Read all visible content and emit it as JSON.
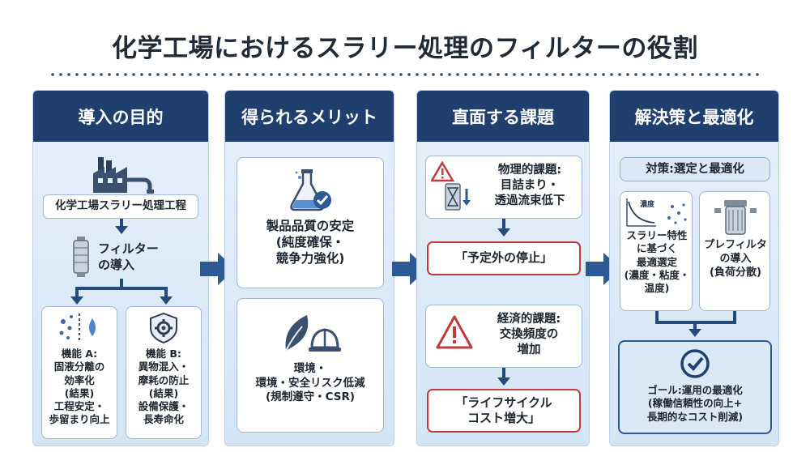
{
  "title": "化学工場におけるスラリー処理のフィルターの役割",
  "columns": {
    "purpose": {
      "header": "導入の目的",
      "process": "化学工場スラリー処理工程",
      "filter_intro": "フィルター\nの導入",
      "func_a": "機能 A:\n固液分離の\n効率化\n(結果)\n工程安定・\n歩留まり向上",
      "func_b": "機能 B:\n異物混入・\n摩耗の防止\n(結果)\n設備保護・\n長寿命化"
    },
    "merits": {
      "header": "得られるメリット",
      "quality": "製品品質の安定\n(純度確保・\n競争力強化)",
      "env": "環境・\n環境・安全リスク低減\n(規制遵守・CSR)"
    },
    "issues": {
      "header": "直面する課題",
      "physical": "物理的課題:\n目詰まり・\n透過流束低下",
      "stop": "「予定外の停止」",
      "economic": "経済的課題:\n交換頻度の\n増加",
      "cost": "「ライフサイクル\nコスト増大」"
    },
    "solution": {
      "header": "解決策と最適化",
      "measure": "対策:選定と最適化",
      "graph_label": "濃度",
      "selection": "スラリー特性\nに基づく\n最適選定\n(濃度・粘度・\n温度)",
      "prefilter": "プレフィルタ\nの導入\n(負荷分散)",
      "goal": "ゴール:運用の最適化\n(稼働信頼性の向上+\n長期的なコスト削減)"
    }
  },
  "colors": {
    "header": "#1f3f6e",
    "arrow": "#2b5a94",
    "warning": "#c23b3b"
  }
}
